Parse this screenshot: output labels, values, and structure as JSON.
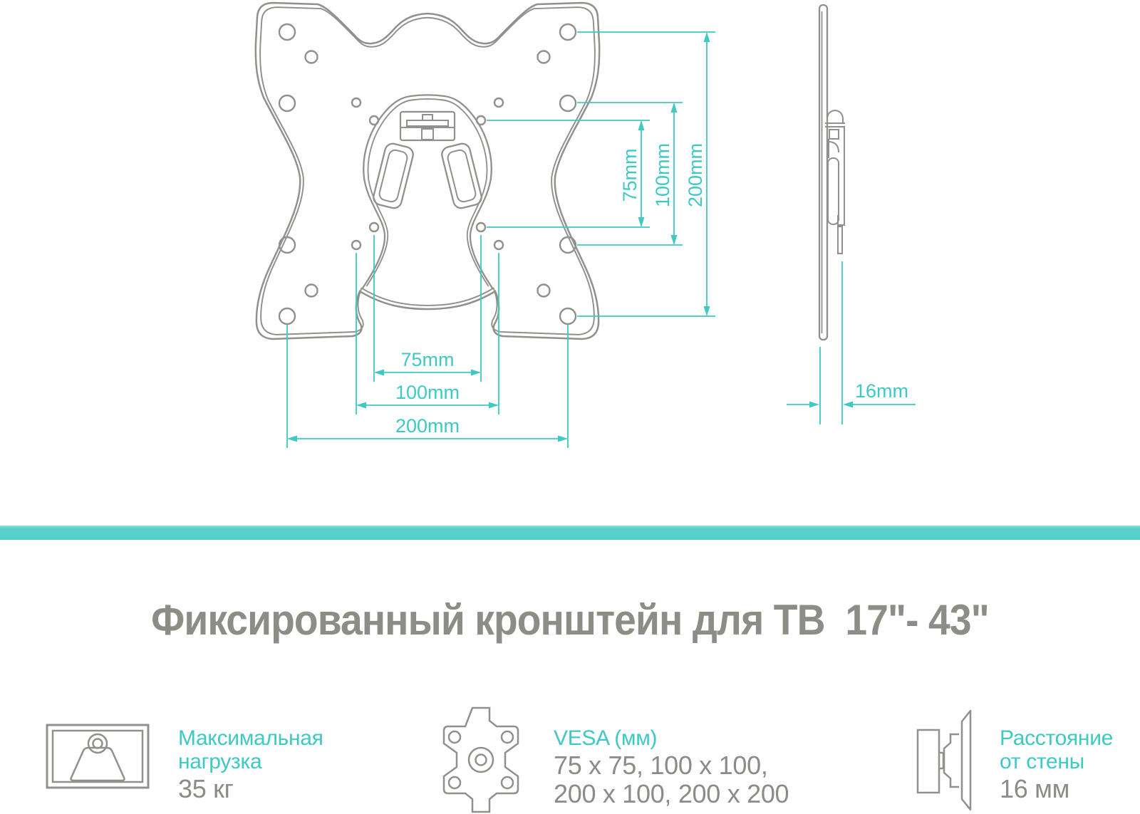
{
  "title": "Фиксированный кронштейн для ТВ  17\"- 43\"",
  "colors": {
    "accent_teal": "#3ec9c3",
    "divider_teal": "#55d0ca",
    "drawing_gray": "#90908c",
    "text_gray": "#8b8b87"
  },
  "front_view": {
    "dims": {
      "h75": "75mm",
      "h100": "100mm",
      "h200": "200mm",
      "v75": "75mm",
      "v100": "100mm",
      "v200": "200mm"
    }
  },
  "side_view": {
    "dims": {
      "depth": "16mm"
    }
  },
  "features": [
    {
      "id": "max-load",
      "label_line1": "Максимальная",
      "label_line2": "нагрузка",
      "value_line1": "35 кг",
      "value_line2": ""
    },
    {
      "id": "vesa",
      "label_line1": "VESA (мм)",
      "label_line2": "",
      "value_line1": "75 x 75, 100 x 100,",
      "value_line2": "200 x 100, 200 x 200"
    },
    {
      "id": "wall-distance",
      "label_line1": "Расстояние",
      "label_line2": "от стены",
      "value_line1": "16 мм",
      "value_line2": ""
    }
  ]
}
